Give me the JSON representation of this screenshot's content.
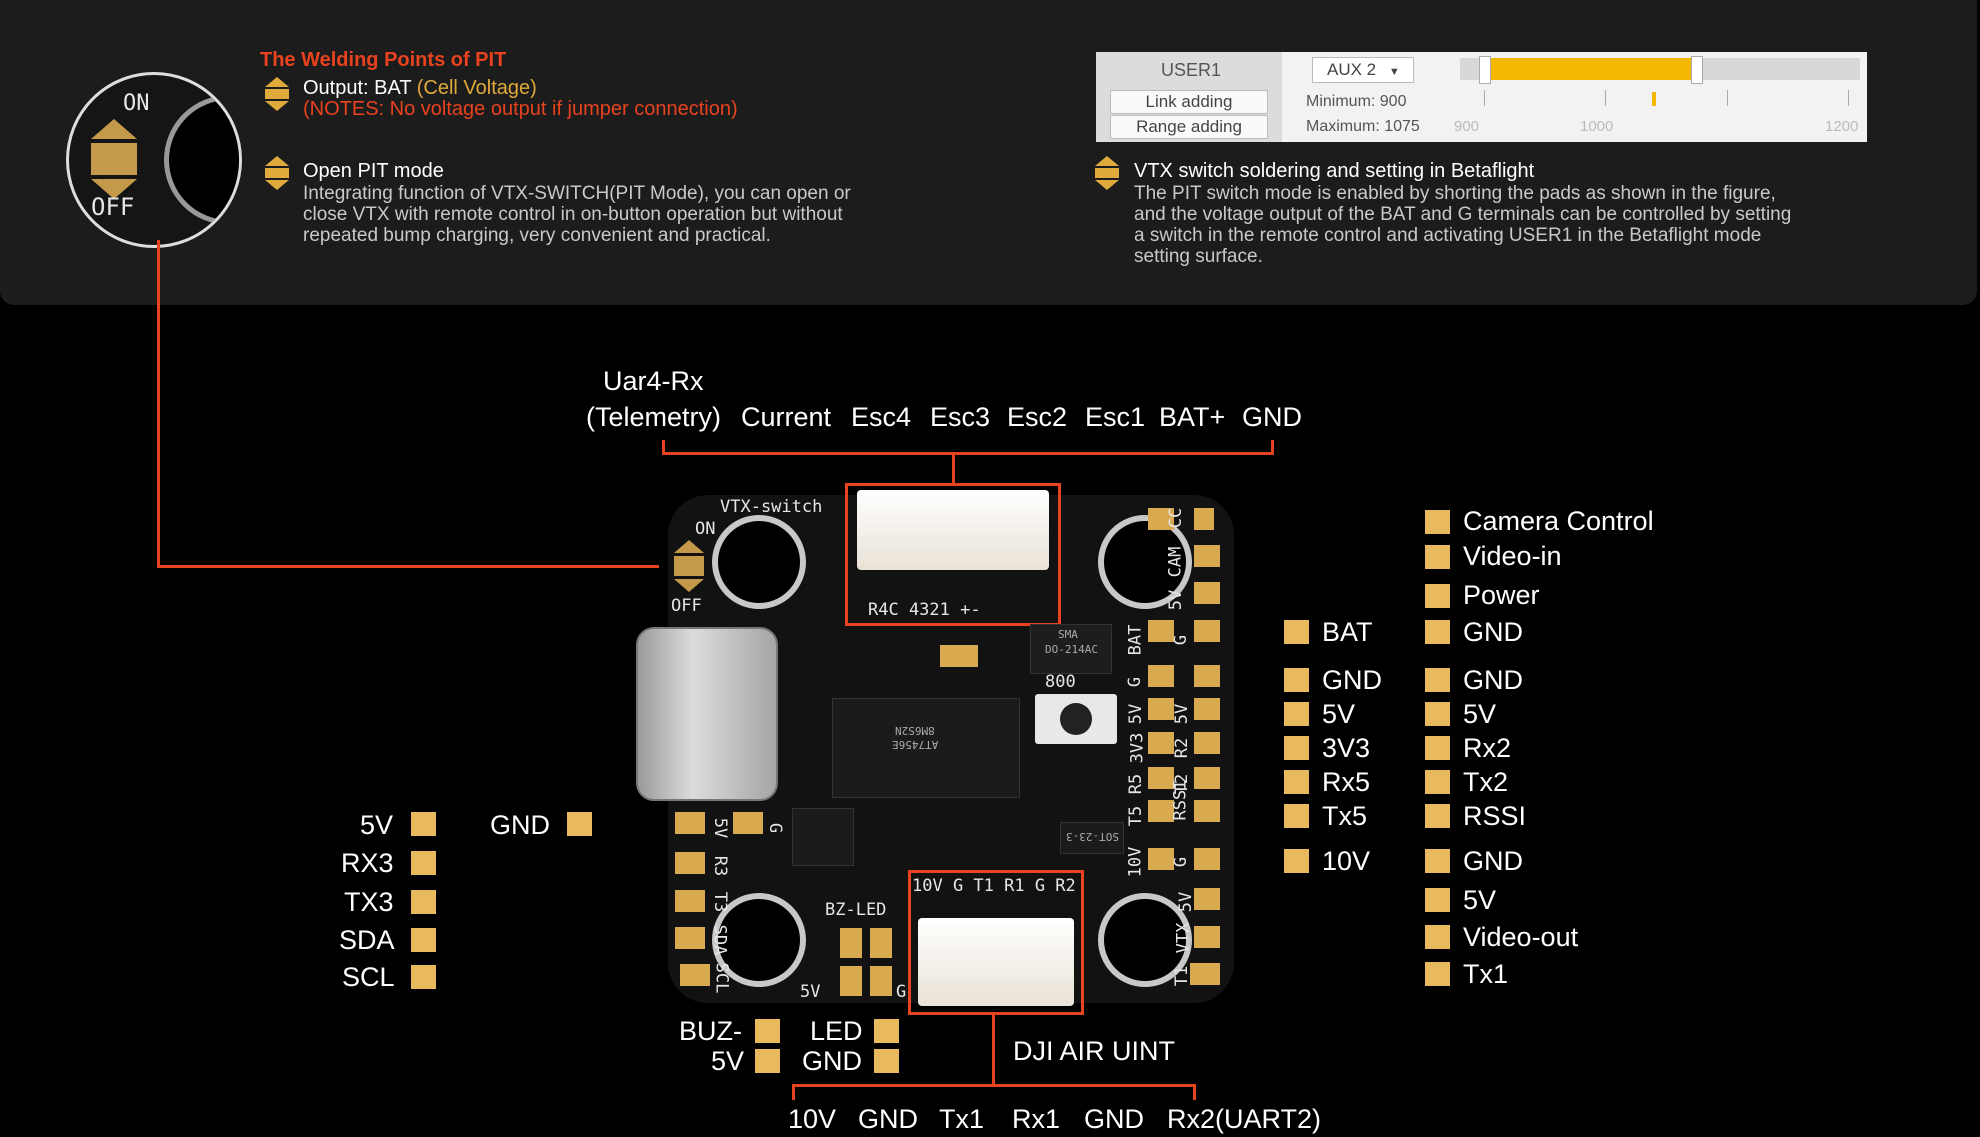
{
  "info": {
    "welding_title": "The Welding Points of PIT",
    "output_prefix": "Output: BAT",
    "output_cell": "(Cell Voltage)",
    "output_note": "(NOTES: No voltage output if jumper connection)",
    "pit_title": "Open PIT mode",
    "pit_desc": [
      "Integrating function of VTX-SWITCH(PIT Mode), you can open or",
      "close VTX with remote control in on-button operation but without",
      "repeated bump charging, very convenient and practical."
    ],
    "vtx_title": "VTX switch soldering and setting in Betaflight",
    "vtx_desc": [
      "The PIT switch mode is enabled by shorting the pads as shown in the figure,",
      "and the voltage output of the BAT and G terminals can be controlled by setting",
      "a switch in the remote control and activating USER1 in the Betaflight mode",
      "setting surface."
    ],
    "zoom_on": "ON",
    "zoom_off": "OFF"
  },
  "betaflight": {
    "mode_name": "USER1",
    "link_adding": "Link adding",
    "range_adding": "Range adding",
    "aux": "AUX 2",
    "minimum": "Minimum: 900",
    "maximum": "Maximum: 1075",
    "ticks": [
      "900",
      "1000",
      "1200"
    ],
    "range_min_value": 900,
    "range_max_value": 1075,
    "current_value": 1040
  },
  "top_connector": {
    "label_line1": "Uar4-Rx",
    "labels": [
      "(Telemetry)",
      "Current",
      "Esc4",
      "Esc3",
      "Esc2",
      "Esc1",
      "BAT+",
      "GND"
    ]
  },
  "bottom_connector": {
    "title": "DJI AIR UINT",
    "labels": [
      "10V",
      "GND",
      "Tx1",
      "Rx1",
      "GND",
      "Rx2(UART2)"
    ]
  },
  "left_pins": {
    "col1": [
      "5V",
      "RX3",
      "TX3",
      "SDA",
      "SCL"
    ],
    "gnd": "GND"
  },
  "bottom_pins": {
    "buz": "BUZ-",
    "fivev": "5V",
    "led": "LED",
    "gnd": "GND"
  },
  "right_mid_pins": [
    "BAT",
    "GND",
    "5V",
    "3V3",
    "Rx5",
    "Tx5",
    "10V"
  ],
  "right_pins": [
    "Camera Control",
    "Video-in",
    "Power",
    "GND",
    "GND",
    "5V",
    "Rx2",
    "Tx2",
    "RSSI",
    "GND",
    "5V",
    "Video-out",
    "Tx1"
  ],
  "board": {
    "vtx_switch": "VTX-switch",
    "on": "ON",
    "off": "OFF",
    "conn_top": "R4C 4321 +-",
    "conn_bottom": "10V G T1 R1 G R2",
    "bz_led": "BZ-LED",
    "sma": "SMA",
    "diode": "DO-214AC",
    "num800": "800",
    "chip1": "AT7456E",
    "chip2": "8M6S2N",
    "sot": "SOT-23-3",
    "g": "G",
    "fivev": "5V",
    "right_silk": [
      "CC",
      "CAM",
      "5V",
      "BAT",
      "G",
      "G",
      "5V",
      "5V",
      "3V3",
      "R2",
      "R5",
      "RSSI",
      "T2",
      "T5",
      "10V",
      "G",
      "VTX",
      "5V",
      "T1"
    ],
    "left_silk": [
      "5V",
      "R3",
      "T3",
      "SDA",
      "SCL"
    ]
  },
  "colors": {
    "accent_red": "#e8421f",
    "pad_gold": "#e8b95d",
    "highlight": "#e0a93c",
    "slider_yellow": "#f5b800"
  },
  "icons": [
    "pit-switch-icon",
    "pit-switch-icon",
    "pit-switch-icon"
  ]
}
